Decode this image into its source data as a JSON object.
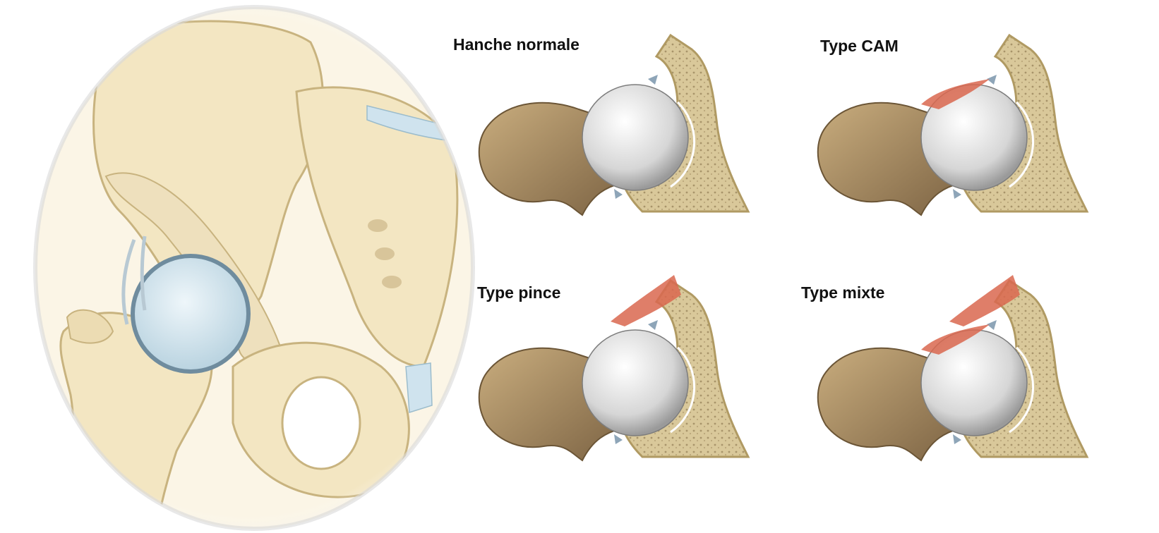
{
  "labels": {
    "normal": "Hanche normale",
    "cam": "Type CAM",
    "pince": "Type pince",
    "mixte": "Type mixte"
  },
  "colors": {
    "bone": "#f3e6c2",
    "bone_outline": "#c8b37f",
    "cartilage": "#cfe3ee",
    "femoral_neck": "#a4895f",
    "femoral_head": "#e6e6e6",
    "acetabulum": "#d9c89a",
    "bump": "#d9674f",
    "label_text": "#111111"
  }
}
